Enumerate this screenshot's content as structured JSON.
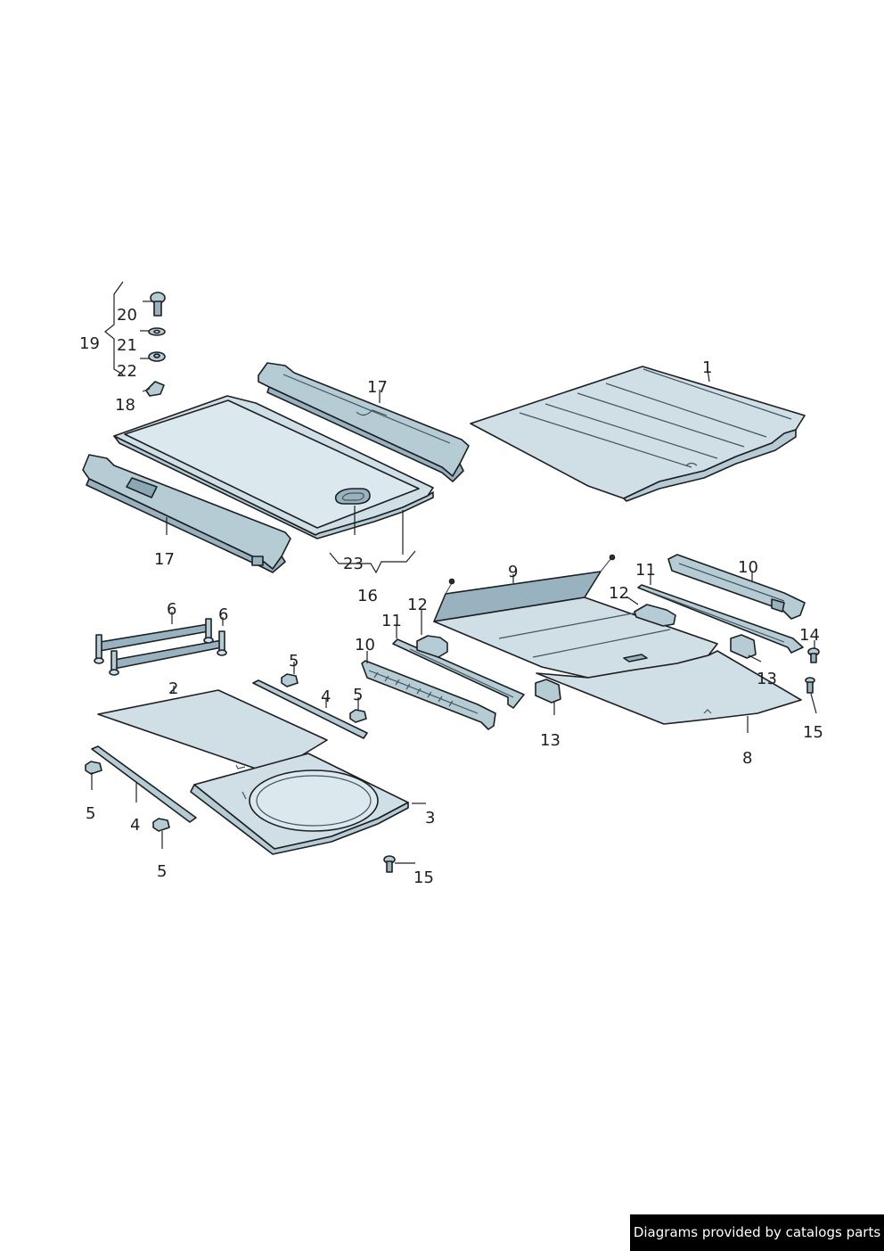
{
  "callouts": {
    "c1": "1",
    "c2": "2",
    "c3": "3",
    "c4a": "4",
    "c4b": "4",
    "c5a": "5",
    "c5b": "5",
    "c5c": "5",
    "c5d": "5",
    "c6a": "6",
    "c6b": "6",
    "c8": "8",
    "c9": "9",
    "c10a": "10",
    "c10b": "10",
    "c11a": "11",
    "c11b": "11",
    "c12a": "12",
    "c12b": "12",
    "c13a": "13",
    "c13b": "13",
    "c14": "14",
    "c15a": "15",
    "c15b": "15",
    "c16": "16",
    "c17a": "17",
    "c17b": "17",
    "c18": "18",
    "c19": "19",
    "c20": "20",
    "c21": "21",
    "c22": "22",
    "c23": "23"
  },
  "footer": {
    "credit": "Diagrams provided by catalogs parts"
  },
  "colors": {
    "panel": "#cfdfe5",
    "panel_dark": "#98b3bf",
    "outline": "#1d1f22",
    "credit_bg": "#000000",
    "credit_text": "#ffffff"
  }
}
